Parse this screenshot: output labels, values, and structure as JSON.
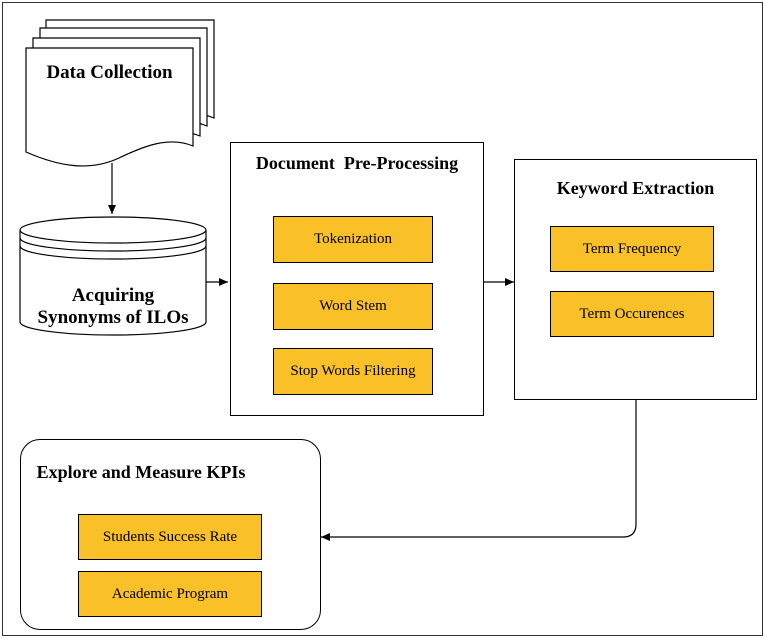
{
  "data_collection": {
    "label": "Data Collection"
  },
  "synonyms": {
    "line1": "Acquiring",
    "line2": "Synonyms of ILOs"
  },
  "preprocessing": {
    "title": "Document  Pre-Processing",
    "steps": [
      "Tokenization",
      "Word Stem",
      "Stop Words Filtering"
    ]
  },
  "keyword_extraction": {
    "title": "Keyword Extraction",
    "steps": [
      "Term Frequency",
      "Term Occurences"
    ]
  },
  "kpis": {
    "title": "Explore and Measure KPIs",
    "steps": [
      "Students Success Rate",
      "Academic Program"
    ]
  },
  "colors": {
    "step_fill": "#f9c127",
    "stroke": "#000000"
  }
}
